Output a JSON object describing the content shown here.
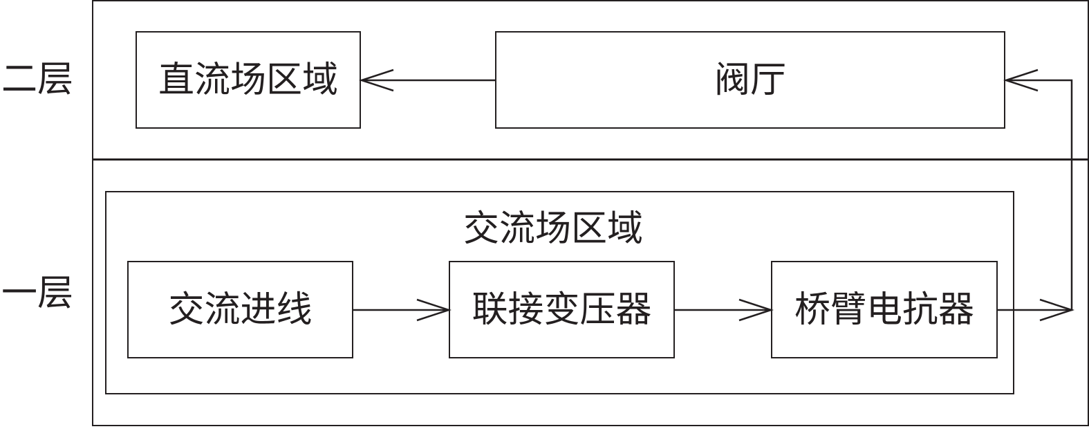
{
  "floors": {
    "upper_label": "二层",
    "lower_label": "一层"
  },
  "boxes": {
    "dc_field": "直流场区域",
    "valve_hall": "阀厅",
    "ac_field": "交流场区域",
    "ac_incoming": "交流进线",
    "transformer": "联接变压器",
    "reactor": "桥臂电抗器"
  },
  "colors": {
    "line": "#231f20",
    "background": "#ffffff"
  }
}
